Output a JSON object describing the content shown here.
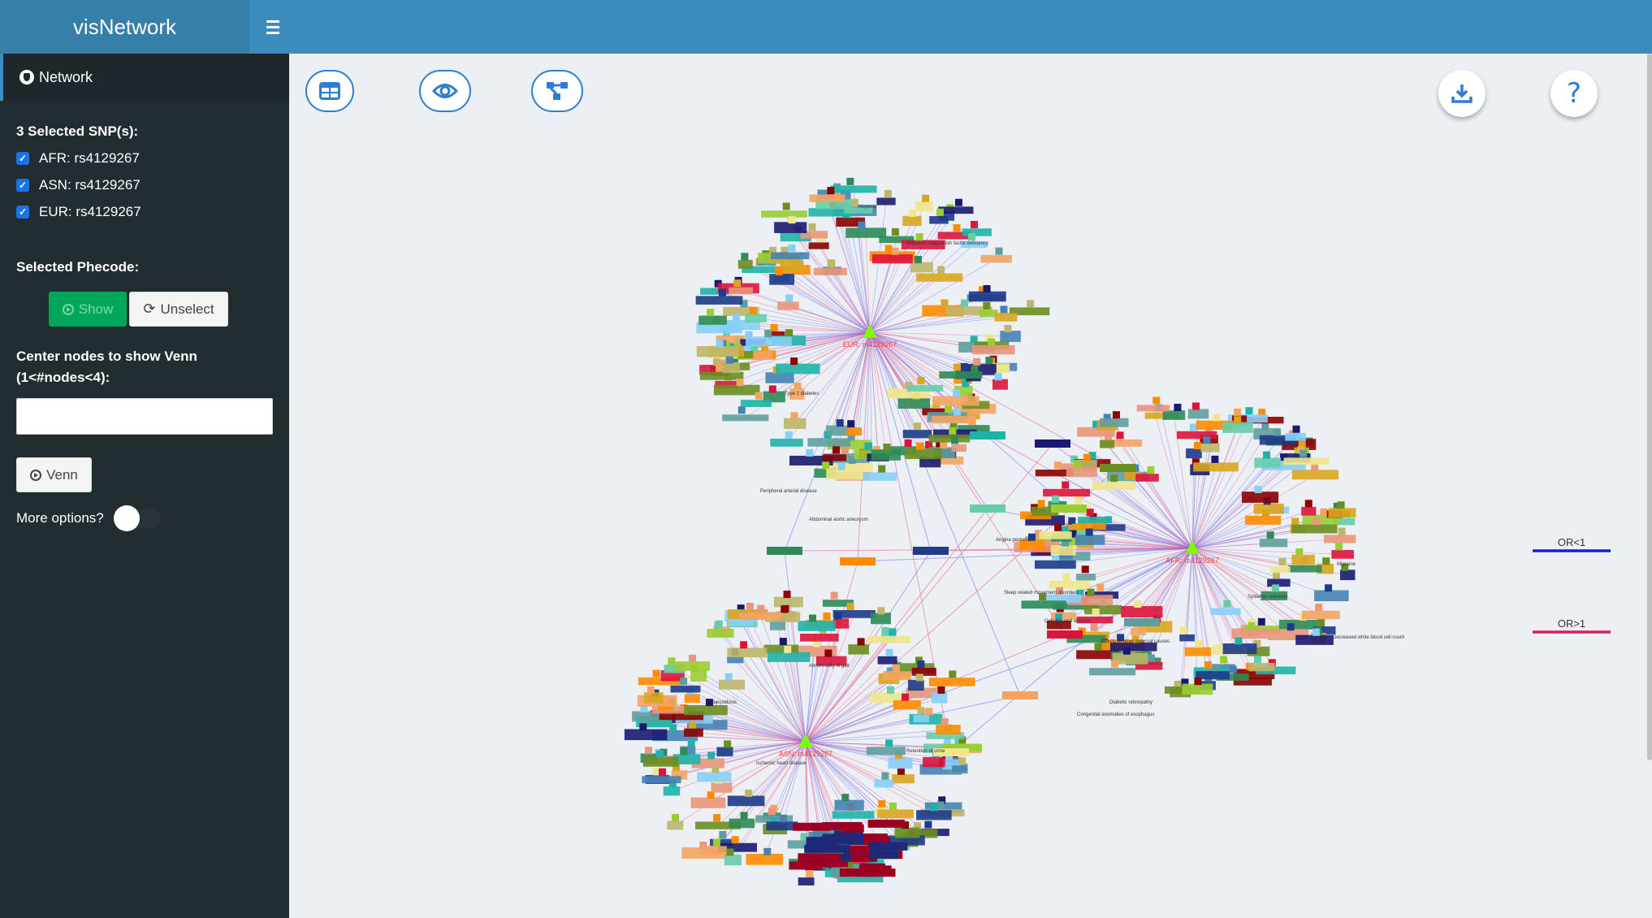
{
  "header": {
    "title": "visNetwork",
    "menu_icon": "hamburger-icon"
  },
  "sidebar": {
    "tab_label": "Network",
    "snp_title": "3 Selected SNP(s):",
    "snps": [
      {
        "label": "AFR: rs4129267",
        "checked": true
      },
      {
        "label": "ASN: rs4129267",
        "checked": true
      },
      {
        "label": "EUR: rs4129267",
        "checked": true
      }
    ],
    "phecode_title": "Selected Phecode:",
    "show_label": "Show",
    "unselect_label": "Unselect",
    "venn_title_line1": "Center nodes to show Venn",
    "venn_title_line2": "(1<#nodes<4):",
    "venn_input_value": "",
    "venn_label": "Venn",
    "more_options_label": "More options?",
    "more_options_on": false
  },
  "toolbar": {
    "table_icon": "table-icon",
    "view_icon": "eye-icon",
    "network_icon": "network-icon",
    "download_icon": "download-icon",
    "help_label": "?"
  },
  "network": {
    "centers": [
      {
        "label": "EUR: rs4129267"
      },
      {
        "label": "AFR: rs4129267"
      },
      {
        "label": "ASN: rs4129267"
      }
    ],
    "node_labels_sample": [
      "Alopecia",
      "Acquired coagulation factor deficiency",
      "Type 1 diabetes",
      "Peripheral arterial disease",
      "Abdominal aortic aneurysm",
      "Angina pectoris",
      "Sleep related movement disorders",
      "Abnormality of gait",
      "Sarcoidosis",
      "Ischemic heart disease",
      "Cellulitis and abscess",
      "Systemic sclerosis",
      "Decreased white blood cell count",
      "Migraine",
      "Effects of other external causes",
      "Diabetic retinopathy",
      "Congenital anomalies of esophagus",
      "Retention of urine"
    ],
    "colors": [
      "#2e8b57",
      "#6b8e23",
      "#9acd32",
      "#daa520",
      "#f4a460",
      "#ff8c00",
      "#e9967a",
      "#dc143c",
      "#8b0000",
      "#191970",
      "#1e3a8a",
      "#4682b4",
      "#5f9ea0",
      "#87cefa",
      "#20b2aa",
      "#66cdaa",
      "#bdb76b",
      "#f0e68c"
    ],
    "center_color": "#7cfc00",
    "legend": [
      {
        "label": "OR<1",
        "color": "#1a1ad6"
      },
      {
        "label": "OR>1",
        "color": "#d6205a"
      }
    ]
  }
}
